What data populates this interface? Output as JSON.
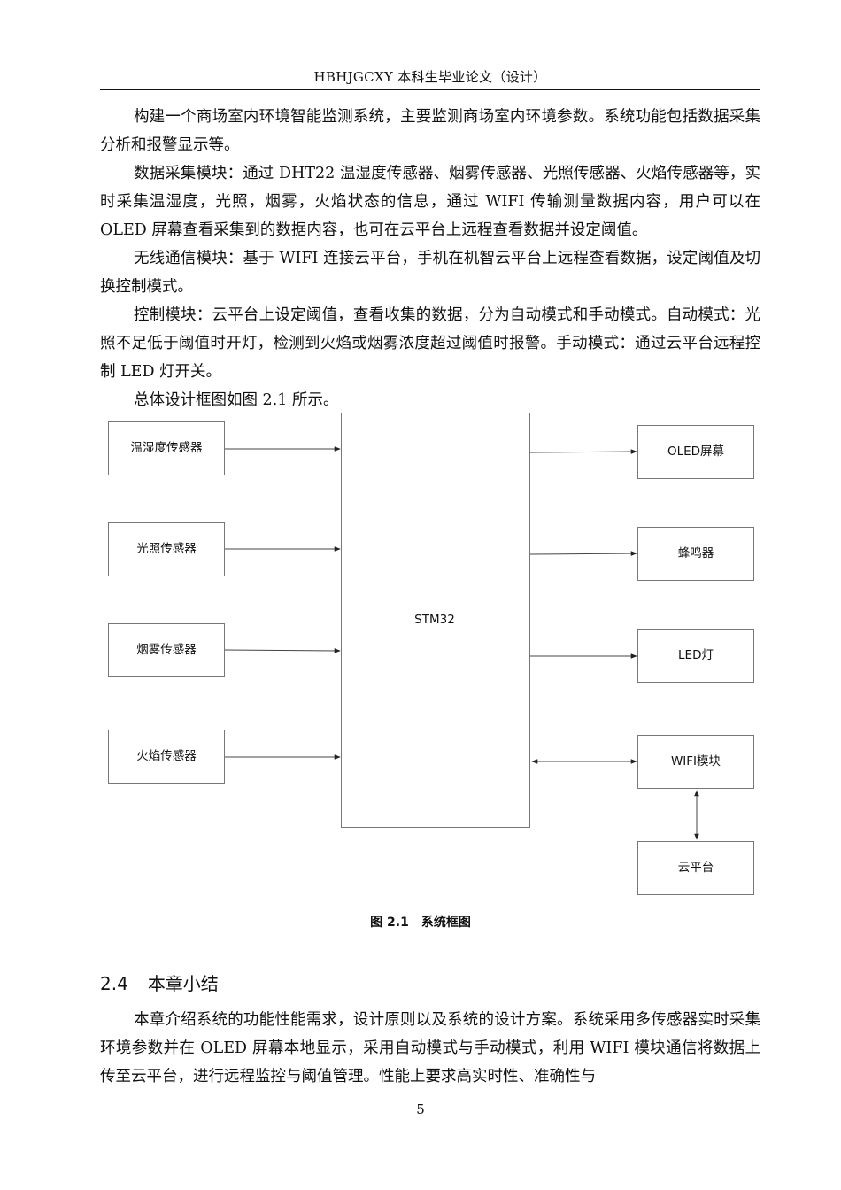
{
  "header": {
    "title": "HBHJGCXY 本科生毕业论文（设计）"
  },
  "paragraphs": [
    "构建一个商场室内环境智能监测系统，主要监测商场室内环境参数。系统功能包括数据采集分析和报警显示等。",
    "数据采集模块：通过 DHT22 温湿度传感器、烟雾传感器、光照传感器、火焰传感器等，实时采集温湿度，光照，烟雾，火焰状态的信息，通过 WIFI 传输测量数据内容，用户可以在 OLED 屏幕查看采集到的数据内容，也可在云平台上远程查看数据并设定阈值。",
    "无线通信模块：基于 WIFI 连接云平台，手机在机智云平台上远程查看数据，设定阈值及切换控制模式。",
    "控制模块：云平台上设定阈值，查看收集的数据，分为自动模式和手动模式。自动模式：光照不足低于阈值时开灯，检测到火焰或烟雾浓度超过阈值时报警。手动模式：通过云平台远程控制 LED 灯开关。",
    "总体设计框图如图 2.1 所示。"
  ],
  "diagram": {
    "center": "STM32",
    "inputs": [
      "温湿度传感器",
      "光照传感器",
      "烟雾传感器",
      "火焰传感器"
    ],
    "outputs": [
      "OLED屏幕",
      "蜂鸣器",
      "LED灯",
      "WIFI模块"
    ],
    "cloud": "云平台"
  },
  "figure_caption": "图 2.1　系统框图",
  "section": {
    "number": "2.4",
    "title": "本章小结"
  },
  "summary": "本章介绍系统的功能性能需求，设计原则以及系统的设计方案。系统采用多传感器实时采集环境参数并在 OLED 屏幕本地显示，采用自动模式与手动模式，利用 WIFI 模块通信将数据上传至云平台，进行远程监控与阈值管理。性能上要求高实时性、准确性与",
  "page_number": "5"
}
